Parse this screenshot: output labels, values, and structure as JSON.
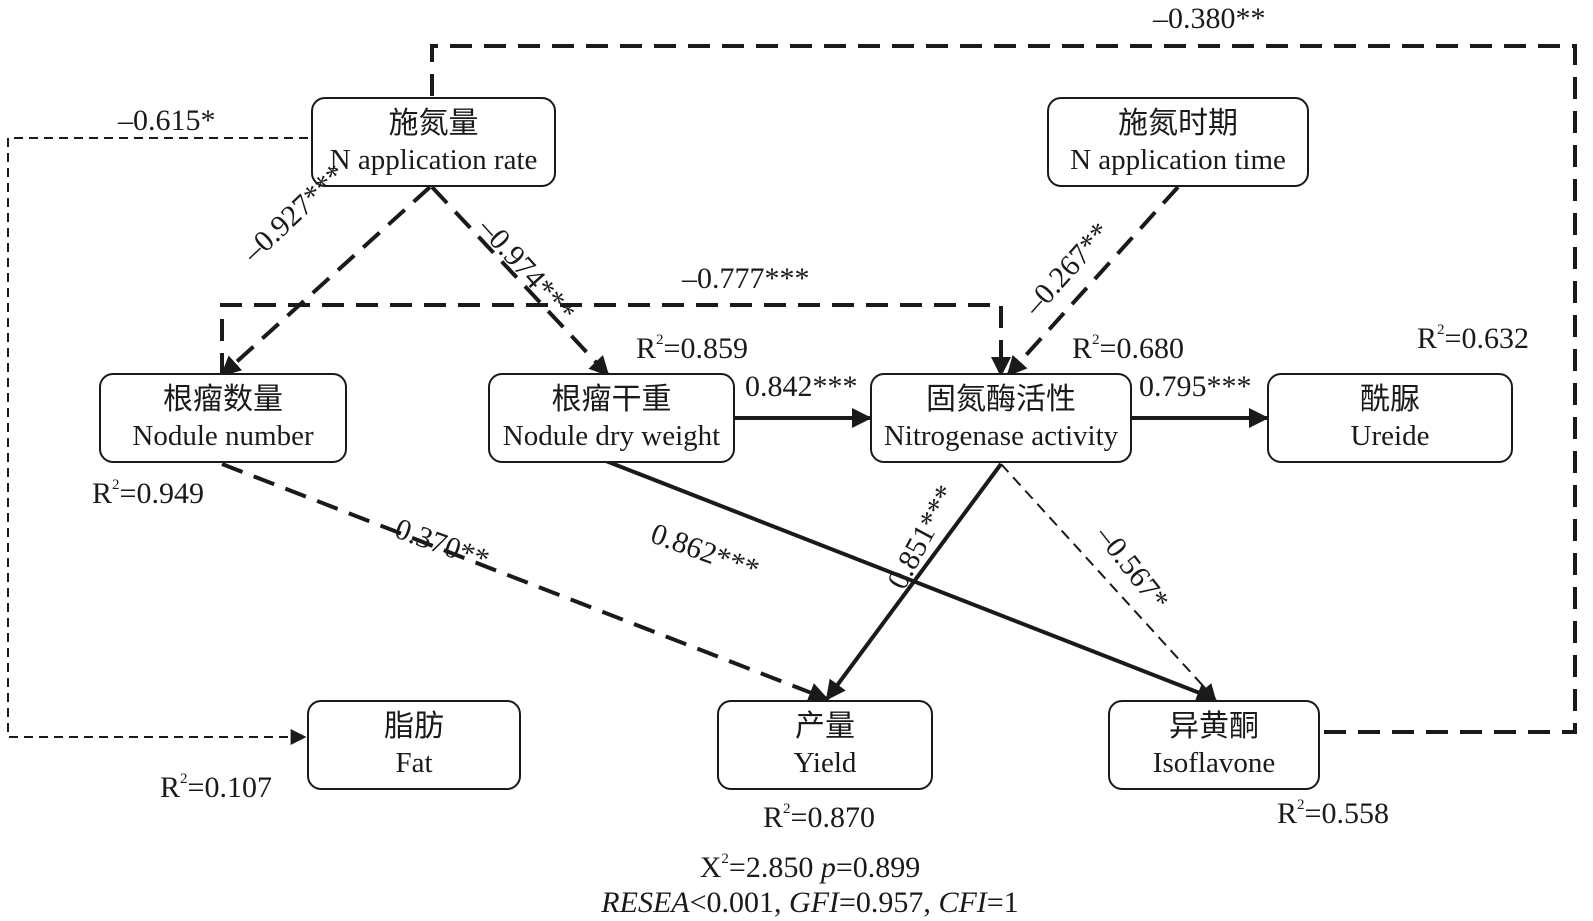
{
  "nodes": {
    "n_rate": {
      "cn": "施氮量",
      "en": "N application rate"
    },
    "n_time": {
      "cn": "施氮时期",
      "en": "N application time"
    },
    "nodule_number": {
      "cn": "根瘤数量",
      "en": "Nodule number"
    },
    "nodule_dry_weight": {
      "cn": "根瘤干重",
      "en": "Nodule dry weight"
    },
    "nitrogenase": {
      "cn": "固氮酶活性",
      "en": "Nitrogenase activity"
    },
    "ureide": {
      "cn": "酰脲",
      "en": "Ureide"
    },
    "fat": {
      "cn": "脂肪",
      "en": "Fat"
    },
    "yield": {
      "cn": "产量",
      "en": "Yield"
    },
    "isoflavone": {
      "cn": "异黄酮",
      "en": "Isoflavone"
    }
  },
  "paths": {
    "rate_isoflavone": "–0.380**",
    "rate_fat": "–0.615*",
    "rate_nodule_number": "–0.927***",
    "rate_dry_weight": "–0.974***",
    "rate_nitrogenase": "–0.777***",
    "time_nitrogenase": "–0.267**",
    "dry_weight_nitrogenase": "0.842***",
    "nitrogenase_ureide": "0.795***",
    "nodule_number_yield": "–0.370**",
    "dry_weight_isoflavone": "0.862***",
    "nitrogenase_yield": "0.851***",
    "nitrogenase_isoflavone": "–0.567*"
  },
  "r2": {
    "nodule_dry_weight": "0.859",
    "nitrogenase": "0.680",
    "ureide": "0.632",
    "nodule_number": "0.949",
    "fat": "0.107",
    "yield": "0.870",
    "isoflavone": "0.558"
  },
  "r2_prefix": "R",
  "r2_sup": "2",
  "r2_eq": "=",
  "fit": {
    "chi_symbol": "X",
    "chi_sup": "2",
    "chi_value": "=2.850",
    "p_label": "p",
    "p_value": "=0.899",
    "resea_label": "RESEA",
    "resea_value": "<0.001, ",
    "gfi_label": "GFI",
    "gfi_value": "=0.957, ",
    "cfi_label": "CFI",
    "cfi_value": "=1"
  },
  "colors": {
    "line": "#1a1a1a"
  }
}
